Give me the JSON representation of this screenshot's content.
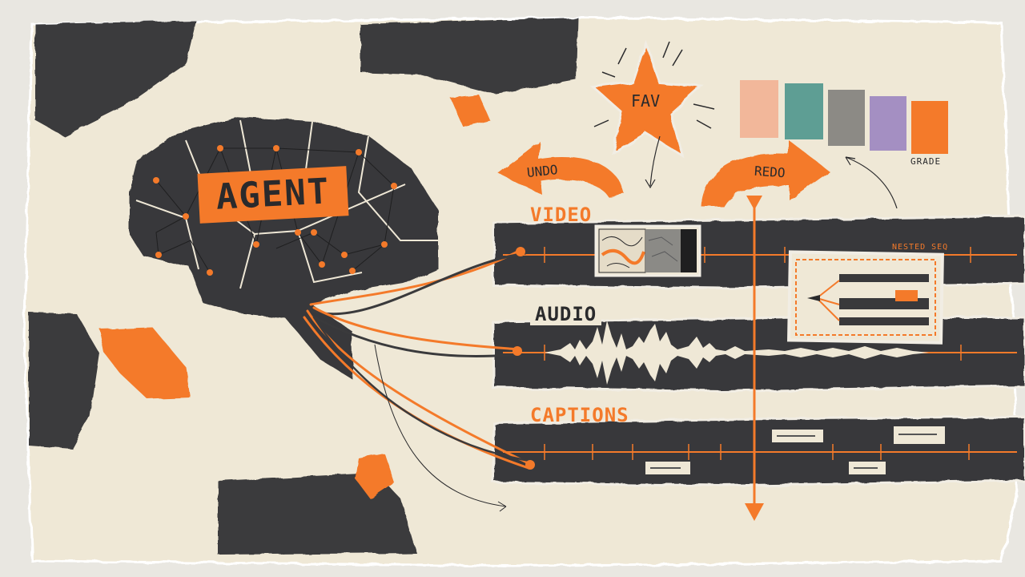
{
  "agent": {
    "label": "AGENT"
  },
  "controls": {
    "undo_label": "UNDO",
    "redo_label": "REDO",
    "favorite_label": "FAV"
  },
  "palette": {
    "label": "GRADE",
    "swatches": [
      "#f2b79a",
      "#5e9e94",
      "#8c8a85",
      "#a48fc2",
      "#f47a2a"
    ]
  },
  "tracks": {
    "video": {
      "label": "VIDEO",
      "nested_label": "NESTED SEQ"
    },
    "audio": {
      "label": "AUDIO"
    },
    "captions": {
      "label": "CAPTIONS"
    }
  },
  "colors": {
    "accent": "#f47a2a",
    "dark": "#2e2e30",
    "paper": "#efe8d6"
  }
}
